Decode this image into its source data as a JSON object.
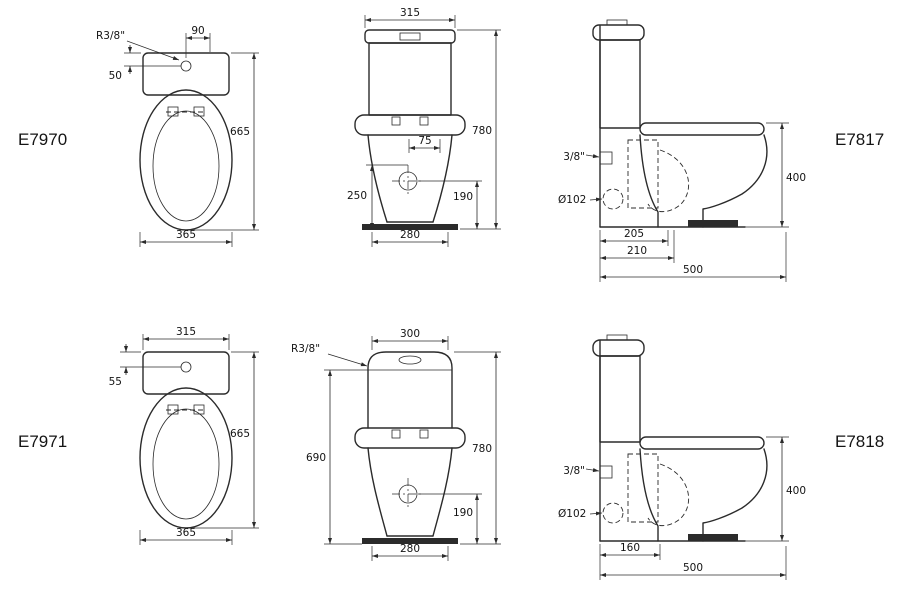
{
  "colors": {
    "background": "#ffffff",
    "line": "#2b2b2b"
  },
  "codes": {
    "top_left": "E7970",
    "top_right": "E7817",
    "bottom_left": "E7971",
    "bottom_right": "E7818"
  },
  "top": {
    "plan": {
      "r38": "R3/8\"",
      "d90": "90",
      "d50": "50",
      "d665": "665",
      "d365": "365"
    },
    "front": {
      "d315": "315",
      "d780": "780",
      "d75": "75",
      "d250": "250",
      "d190": "190",
      "d280": "280"
    },
    "side": {
      "d38": "3/8\"",
      "d102": "Ø102",
      "d400": "400",
      "d205": "205",
      "d210": "210",
      "d500": "500"
    }
  },
  "bottom": {
    "plan": {
      "d315": "315",
      "d55": "55",
      "d665": "665",
      "d365": "365"
    },
    "front": {
      "r38": "R3/8\"",
      "d300": "300",
      "d690": "690",
      "d780": "780",
      "d190": "190",
      "d280": "280"
    },
    "side": {
      "d38": "3/8\"",
      "d102": "Ø102",
      "d400": "400",
      "d160": "160",
      "d500": "500"
    }
  }
}
